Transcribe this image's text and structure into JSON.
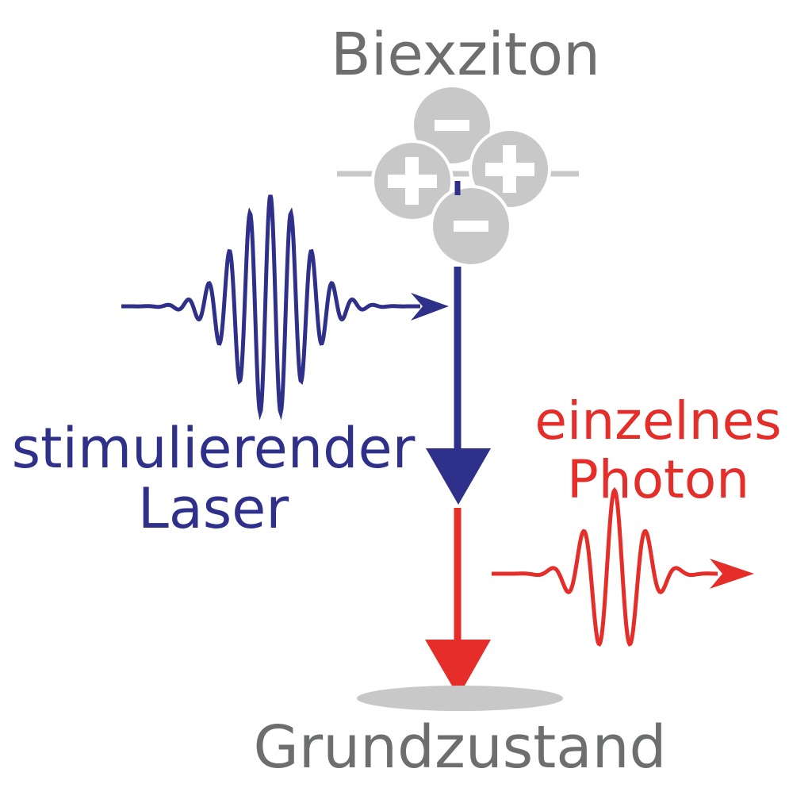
{
  "labels": {
    "biexciton": "Biexziton",
    "laser_line1": "stimulierender",
    "laser_line2": "Laser",
    "photon_line1": "einzelnes",
    "photon_line2": "Photon",
    "ground_state": "Grundzustand"
  },
  "particles": {
    "minus_symbol": "–",
    "plus_symbol": "+"
  },
  "colors": {
    "laser": "#2e3089",
    "photon": "#e52d2a",
    "particle": "#c8c8c8",
    "text_gray": "#6d6e70"
  }
}
